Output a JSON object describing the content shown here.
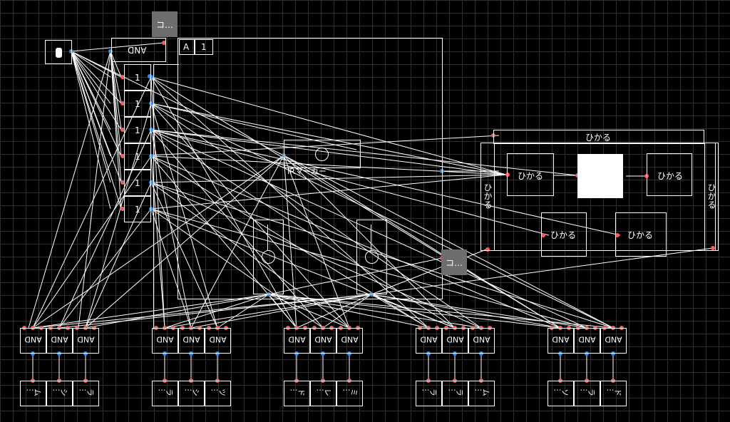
{
  "top_gate_label": "AND",
  "top_collapsed_label": "コ…",
  "side_collapsed_label": "コ…",
  "header_cells": [
    "A",
    "1"
  ],
  "number_cells": [
    "1",
    "1",
    "1",
    "1",
    "1",
    "1"
  ],
  "ir_marker_label": "IRマーカー",
  "light_panel_title": "ひかる",
  "light_side_labels": [
    "ひかる",
    "ひかる"
  ],
  "light_boxes": [
    "ひかる",
    "ひかる",
    "ひかる",
    "ひかる"
  ],
  "switch_icon_name": "toggle-switch-icon",
  "bottom_gate_label": "AND",
  "bottom_outputs": [
    "ム…",
    "シ…",
    "ラ…",
    "ラ…",
    "シ…",
    "ツ…",
    "ド…",
    "レ…",
    "ミ…",
    "ラ…",
    "ラ…",
    "ム…",
    "ソ…",
    "ラ…",
    "ド…"
  ],
  "colors": {
    "red_port": "#ff5a5a",
    "blue_port": "#3b8fe6",
    "wire": "#ffffff",
    "grid": "#2f2f2f",
    "collapsed_bg": "#6e6e6e"
  }
}
